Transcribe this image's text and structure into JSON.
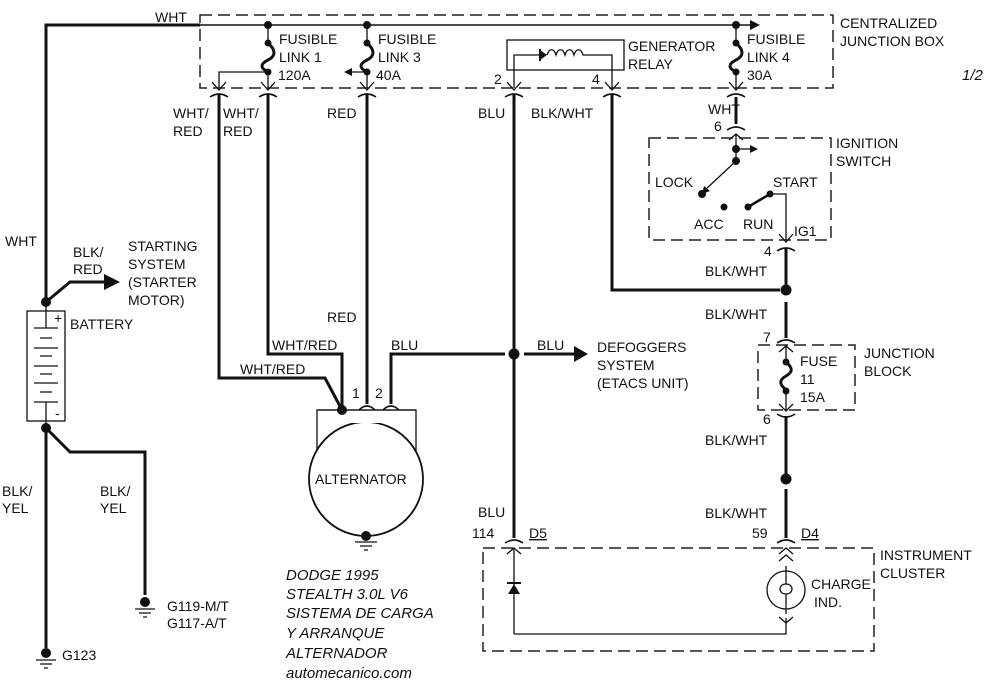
{
  "diagram": {
    "page_indicator": "1/2",
    "title_block": {
      "line1": "DODGE  1995",
      "line2": "STEALTH 3.0L  V6",
      "line3": "SISTEMA DE CARGA",
      "line4": "Y ARRANQUE",
      "line5": "ALTERNADOR",
      "line6": "automecanico.com"
    },
    "components": {
      "centralized_junction_box": {
        "line1": "CENTRALIZED",
        "line2": "JUNCTION BOX"
      },
      "fusible_link_1": {
        "line1": "FUSIBLE",
        "line2": "LINK 1",
        "rating": "120A"
      },
      "fusible_link_3": {
        "line1": "FUSIBLE",
        "line2": "LINK 3",
        "rating": "40A"
      },
      "fusible_link_4": {
        "line1": "FUSIBLE",
        "line2": "LINK 4",
        "rating": "30A"
      },
      "generator_relay": {
        "line1": "GENERATOR",
        "line2": "RELAY",
        "pin_a": "2",
        "pin_b": "4"
      },
      "ignition_switch": {
        "line1": "IGNITION",
        "line2": "SWITCH",
        "positions": [
          "LOCK",
          "ACC",
          "RUN",
          "START"
        ],
        "terminal": "IG1",
        "pin_in": "6",
        "pin_out": "4"
      },
      "junction_block": {
        "line1": "JUNCTION",
        "line2": "BLOCK",
        "fuse_label": "FUSE",
        "fuse_number": "11",
        "fuse_rating": "15A",
        "pin_in": "7",
        "pin_out": "6"
      },
      "battery": {
        "label": "BATTERY",
        "plus": "+",
        "minus": "-"
      },
      "alternator": {
        "label": "ALTERNATOR",
        "pin1": "1",
        "pin2": "2"
      },
      "starting_system": {
        "line1": "STARTING",
        "line2": "SYSTEM",
        "line3": "(STARTER",
        "line4": "MOTOR)"
      },
      "defoggers_system": {
        "line1": "DEFOGGERS",
        "line2": "SYSTEM",
        "line3": "(ETACS UNIT)"
      },
      "instrument_cluster": {
        "line1": "INSTRUMENT",
        "line2": "CLUSTER",
        "charge_line1": "CHARGE",
        "charge_line2": "IND.",
        "pin_left": "114",
        "conn_left": "D5",
        "pin_right": "59",
        "conn_right": "D4"
      },
      "grounds": {
        "g123": "G123",
        "g119": "G119-M/T",
        "g117": "G117-A/T"
      }
    },
    "wire_labels": {
      "top_wht": "WHT",
      "left_wht": "WHT",
      "blk_red_1": "BLK/",
      "blk_red_2": "RED",
      "wht_red_a1": "WHT/",
      "wht_red_a2": "RED",
      "wht_red_b1": "WHT/",
      "wht_red_b2": "RED",
      "red_top": "RED",
      "red_mid": "RED",
      "blu_top": "BLU",
      "blk_wht_top": "BLK/WHT",
      "wht_ign": "WHT",
      "blk_wht_ign": "BLK/WHT",
      "blk_wht_mid": "BLK/WHT",
      "blk_wht_jb": "BLK/WHT",
      "blk_wht_bot": "BLK/WHT",
      "wht_red_mid": "WHT/RED",
      "wht_red_low": "WHT/RED",
      "blu_alt": "BLU",
      "blu_defog": "BLU",
      "blu_bot": "BLU",
      "blk_yel_a1": "BLK/",
      "blk_yel_a2": "YEL",
      "blk_yel_b1": "BLK/",
      "blk_yel_b2": "YEL"
    }
  }
}
